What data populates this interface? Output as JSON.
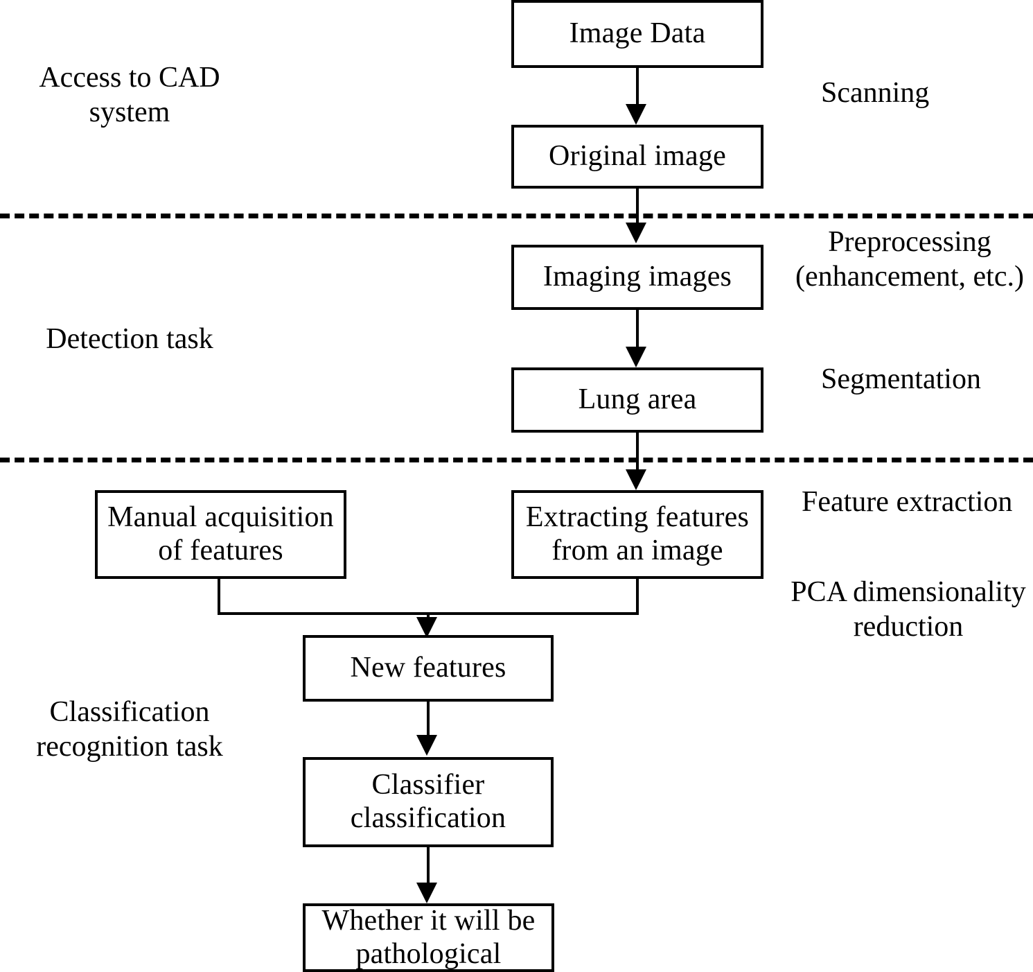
{
  "diagram": {
    "title": "CAD system lung pathology detection pipeline flowchart",
    "background_color": "#ffffff",
    "line_color": "#000000",
    "nodes": [
      {
        "id": "image-data",
        "label": "Image Data"
      },
      {
        "id": "original-image",
        "label": "Original image"
      },
      {
        "id": "imaging-images",
        "label": "Imaging images"
      },
      {
        "id": "lung-area",
        "label": "Lung area"
      },
      {
        "id": "manual-features",
        "label": "Manual acquisition\nof features"
      },
      {
        "id": "extract-features",
        "label": "Extracting features\nfrom an image"
      },
      {
        "id": "new-features",
        "label": "New features"
      },
      {
        "id": "classifier",
        "label": "Classifier\nclassification"
      },
      {
        "id": "pathological",
        "label": "Whether it will be\npathological"
      }
    ],
    "left_labels": [
      {
        "id": "access-cad",
        "label": "Access to CAD\nsystem"
      },
      {
        "id": "detection-task",
        "label": "Detection task"
      },
      {
        "id": "classification-recognition-task",
        "label": "Classification\nrecognition task"
      }
    ],
    "right_labels": [
      {
        "id": "scanning",
        "label": "Scanning"
      },
      {
        "id": "preprocessing",
        "label": "Preprocessing\n(enhancement, etc.)"
      },
      {
        "id": "segmentation",
        "label": "Segmentation"
      },
      {
        "id": "feature-extraction",
        "label": "Feature extraction"
      },
      {
        "id": "pca",
        "label": "PCA dimensionality\nreduction"
      }
    ],
    "separators": [
      {
        "id": "separator-top"
      },
      {
        "id": "separator-bottom"
      }
    ]
  }
}
